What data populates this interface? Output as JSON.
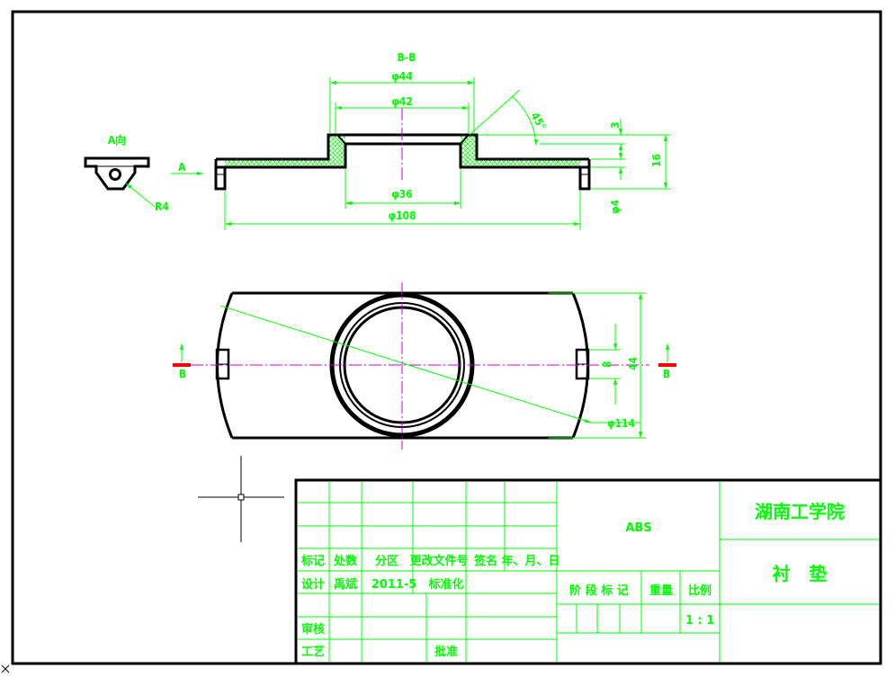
{
  "drawing": {
    "section_label": "B-B",
    "view_label": "A向",
    "arrow_a": "A",
    "dims": {
      "d44": "φ44",
      "d42": "φ42",
      "d36": "φ36",
      "d108": "φ108",
      "angle45": "45°",
      "h3": "3",
      "h16": "16",
      "d4": "φ4",
      "r4": "R4",
      "w8": "8",
      "h44": "44",
      "d114": "φ114"
    },
    "section_mark_left": "B",
    "section_mark_right": "B"
  },
  "title_block": {
    "headers": [
      "标记",
      "处数",
      "分区",
      "更改文件号",
      "签名",
      "年、月、日"
    ],
    "row_design": [
      "设计",
      "禹斌",
      "2011-5",
      "标准化"
    ],
    "row_review": "审核",
    "row_process": "工艺",
    "approve": "批准",
    "material": "ABS",
    "stage_label": "阶 段 标 记",
    "weight_label": "重量",
    "scale_label": "比例",
    "scale_value": "1 : 1",
    "school": "湖南工学院",
    "part_name": "衬   垫"
  },
  "colors": {
    "outline": "#000000",
    "dimension": "#00ff00",
    "centerline": "#cc00cc",
    "section_mark": "#ff0000"
  }
}
